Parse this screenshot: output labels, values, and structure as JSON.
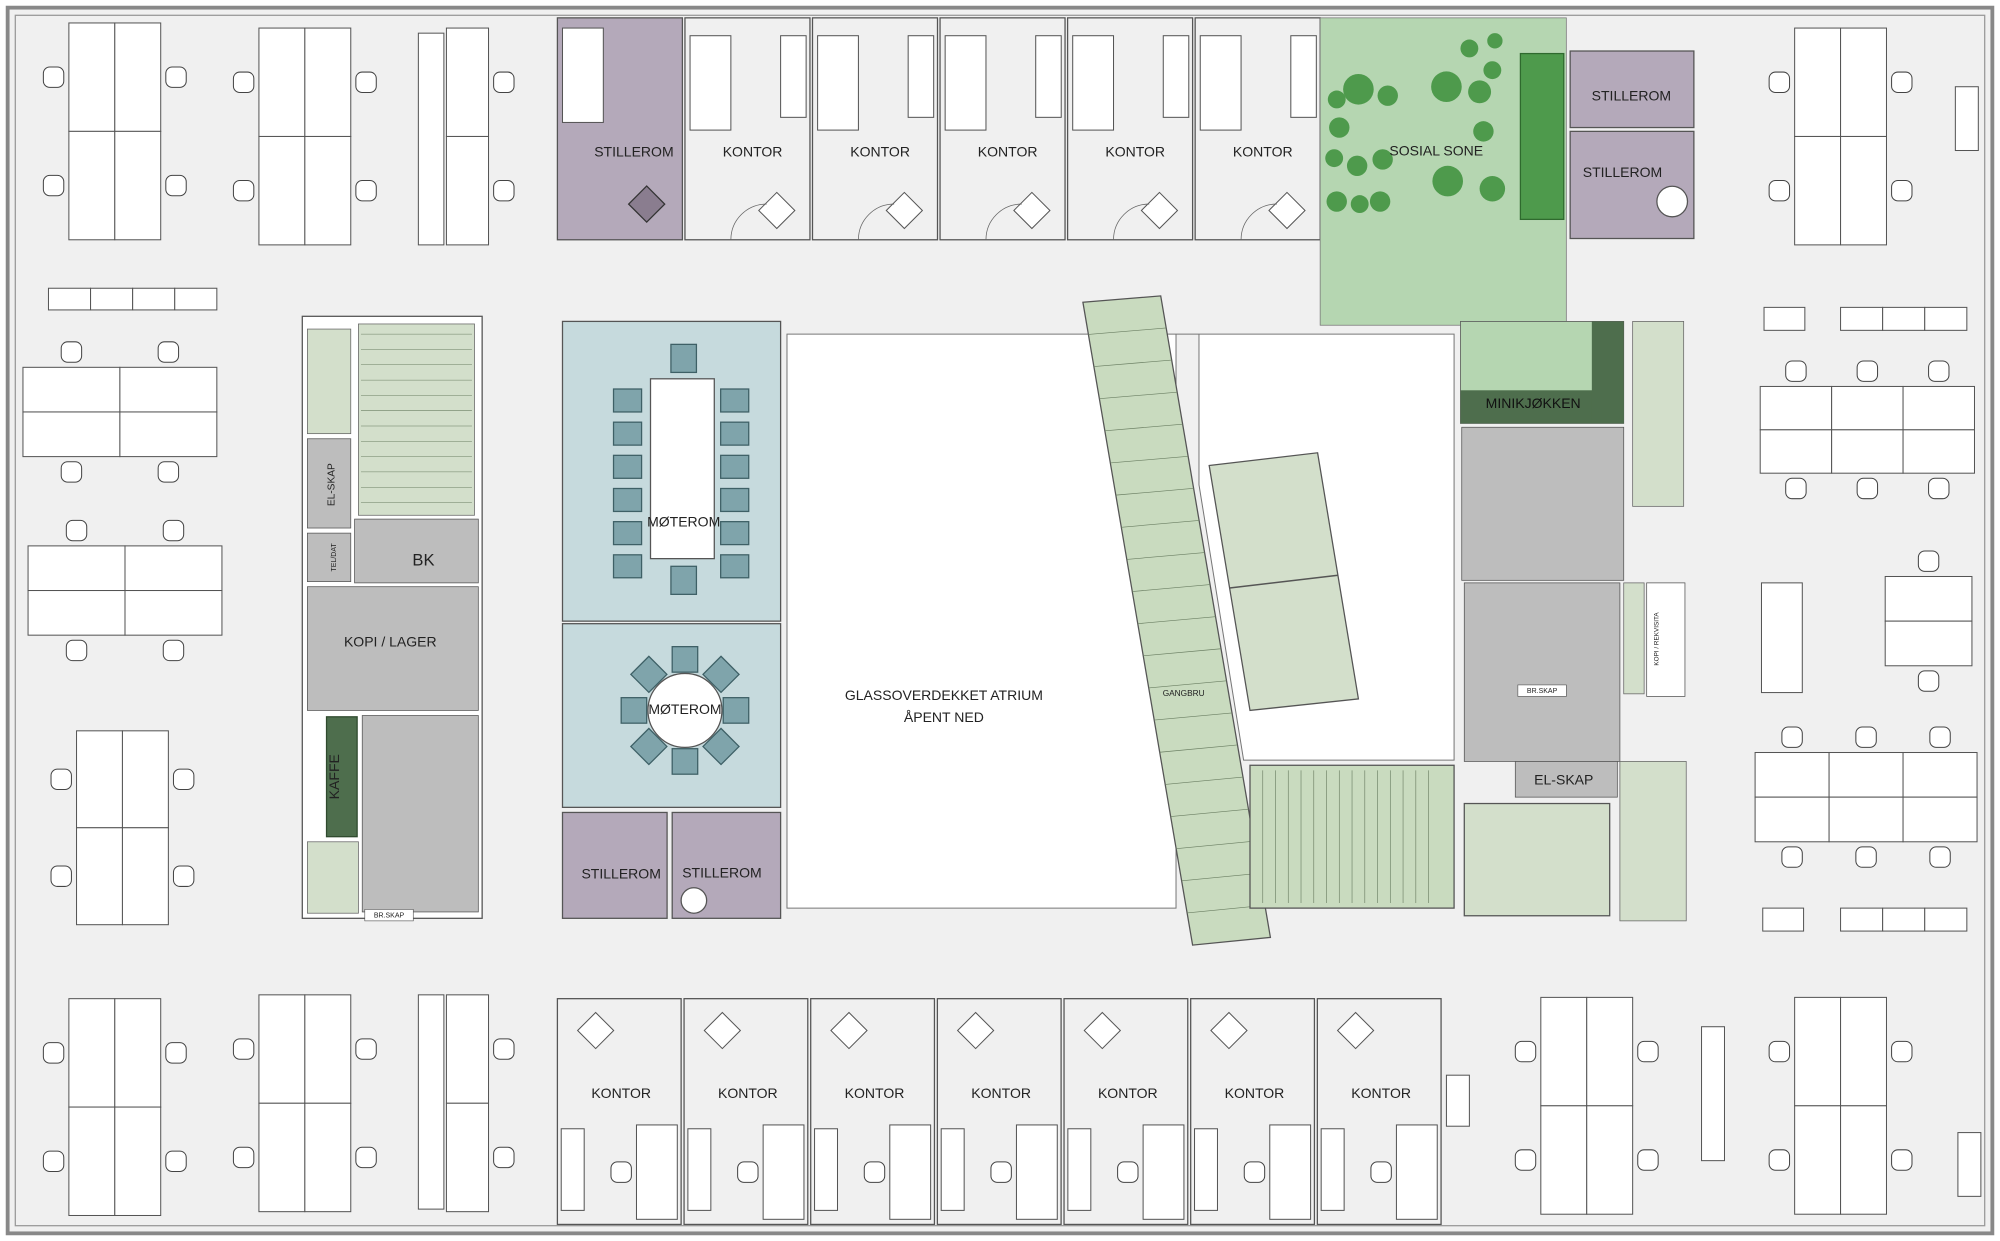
{
  "plan": {
    "rooms": {
      "top_stillerom_1": "STILLEROM",
      "top_kontor": [
        "KONTOR",
        "KONTOR",
        "KONTOR",
        "KONTOR",
        "KONTOR"
      ],
      "sosial_sone": "SOSIAL SONE",
      "top_stillerom_2": "STILLEROM",
      "top_stillerom_3": "STILLEROM",
      "el_skap_left": "EL-SKAP",
      "tel_dat": "TEL/DAT",
      "bk": "BK",
      "kopi_lager": "KOPI / LAGER",
      "kaffe": "KAFFE",
      "br_skap_left": "BR.SKAP",
      "moterom_1": "MØTEROM",
      "moterom_2": "MØTEROM",
      "stillerom_bottom_1": "STILLEROM",
      "stillerom_bottom_2": "STILLEROM",
      "atrium_line1": "GLASSOVERDEKKET  ATRIUM",
      "atrium_line2": "ÅPENT NED",
      "gangbru": "GANGBRU",
      "minikjokken": "MINIKJØKKEN",
      "br_skap_right": "BR.SKAP",
      "el_skap_right": "EL-SKAP",
      "kopi_rekvisita": "KOPI / REKVISITA",
      "bottom_kontor": [
        "KONTOR",
        "KONTOR",
        "KONTOR",
        "KONTOR",
        "KONTOR",
        "KONTOR",
        "KONTOR"
      ]
    },
    "colors": {
      "floor": "#f0f0f0",
      "stillerom": "#b4a9ba",
      "moterom": "#c6dadd",
      "social": "#b5d6b1",
      "plants": "#4e9a4c",
      "service": "#bdbdbd",
      "kaffe": "#4e6e4d",
      "stair": "#d3dfcb"
    }
  }
}
